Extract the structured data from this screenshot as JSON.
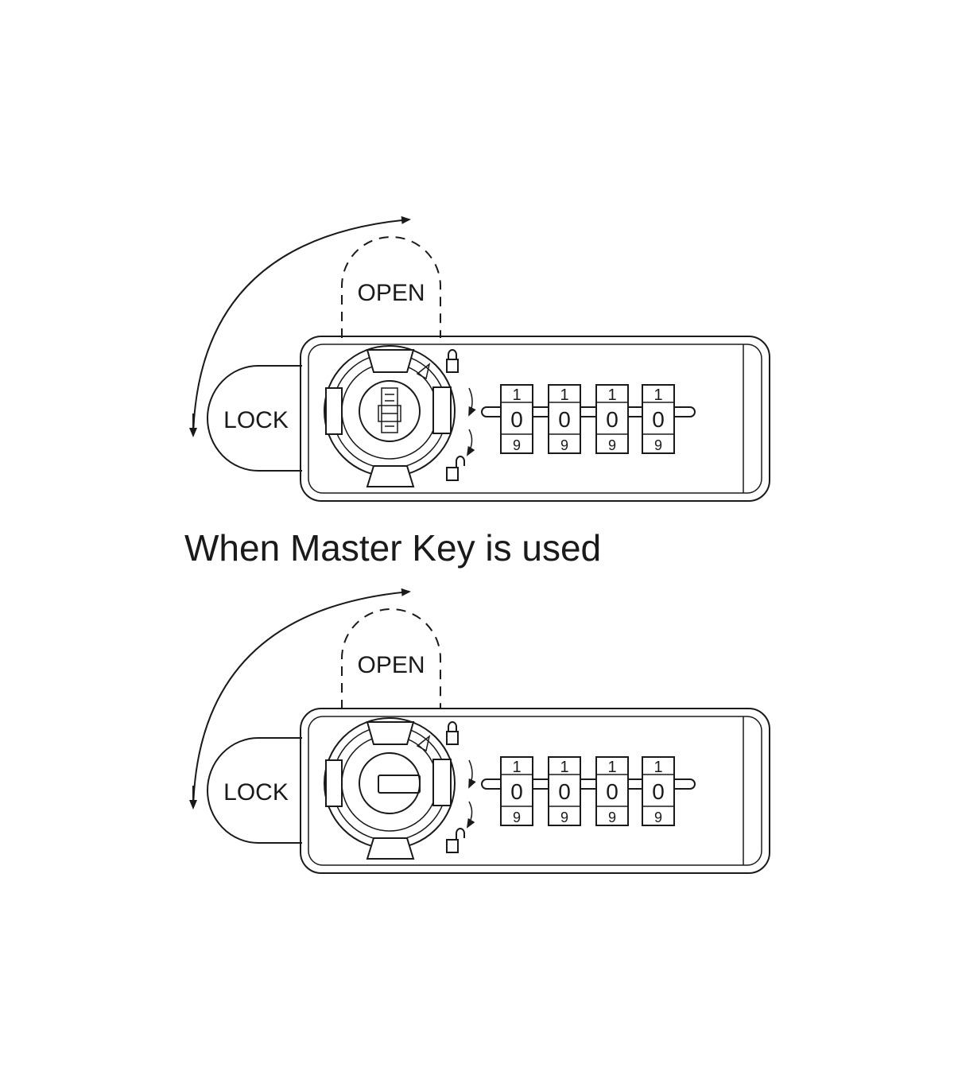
{
  "diagram": {
    "caption": "When Master Key is used",
    "views": [
      {
        "id": "top",
        "open_label": "OPEN",
        "lock_label": "LOCK",
        "key_type": "combination-key-cylinder",
        "wheels": [
          {
            "upper": "1",
            "current": "0",
            "lower": "9"
          },
          {
            "upper": "1",
            "current": "0",
            "lower": "9"
          },
          {
            "upper": "1",
            "current": "0",
            "lower": "9"
          },
          {
            "upper": "1",
            "current": "0",
            "lower": "9"
          }
        ]
      },
      {
        "id": "bottom",
        "open_label": "OPEN",
        "lock_label": "LOCK",
        "key_type": "master-key-turn-slot",
        "wheels": [
          {
            "upper": "1",
            "current": "0",
            "lower": "9"
          },
          {
            "upper": "1",
            "current": "0",
            "lower": "9"
          },
          {
            "upper": "1",
            "current": "0",
            "lower": "9"
          },
          {
            "upper": "1",
            "current": "0",
            "lower": "9"
          }
        ]
      }
    ],
    "icons": [
      "padlock-closed-icon",
      "padlock-open-icon",
      "rotate-arrow-icon"
    ],
    "colors": {
      "line": "#1a1a1a",
      "background": "#ffffff"
    }
  }
}
